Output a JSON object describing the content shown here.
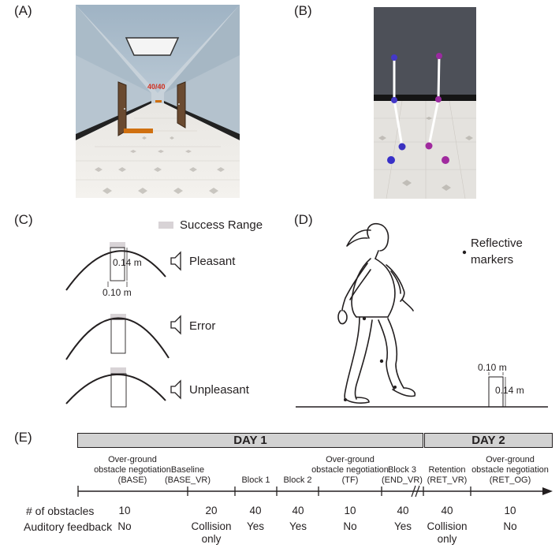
{
  "panels": {
    "a_label": "(A)",
    "b_label": "(B)",
    "c_label": "(C)",
    "d_label": "(D)",
    "e_label": "(E)"
  },
  "panel_a": {
    "counter": "40/40"
  },
  "panel_c": {
    "legend": "Success Range",
    "height_label": "0.14 m",
    "width_label": "0.10 m",
    "outcomes": [
      "Pleasant",
      "Error",
      "Unpleasant"
    ]
  },
  "panel_d": {
    "markers_label_line1": "Reflective",
    "markers_label_line2": "markers",
    "width_label": "0.10 m",
    "height_label": "0.14 m"
  },
  "panel_e": {
    "day1": "DAY 1",
    "day2": "DAY 2",
    "row_labels": [
      "# of obstacles",
      "Auditory feedback"
    ],
    "blocks": [
      {
        "name": "Over-ground\nobstacle negotiation\n(BASE)",
        "obstacles": "10",
        "feedback": "No"
      },
      {
        "name": "Baseline\n(BASE_VR)",
        "obstacles": "20",
        "feedback": "Collision\nonly"
      },
      {
        "name": "Block 1",
        "obstacles": "40",
        "feedback": "Yes"
      },
      {
        "name": "Block 2",
        "obstacles": "40",
        "feedback": "Yes"
      },
      {
        "name": "Over-ground\nobstacle negotiation\n(TF)",
        "obstacles": "10",
        "feedback": "No"
      },
      {
        "name": "Block 3\n(END_VR)",
        "obstacles": "40",
        "feedback": "Yes"
      },
      {
        "name": "Retention\n(RET_VR)",
        "obstacles": "40",
        "feedback": "Collision\nonly"
      },
      {
        "name": "Over-ground\nobstacle negotiation\n(RET_OG)",
        "obstacles": "10",
        "feedback": "No"
      }
    ]
  },
  "colors": {
    "day_bar": "#d2d2d2",
    "success_range": "#d8d3d6",
    "counter_red": "#d03020",
    "obstacle_orange": "#d07010"
  }
}
